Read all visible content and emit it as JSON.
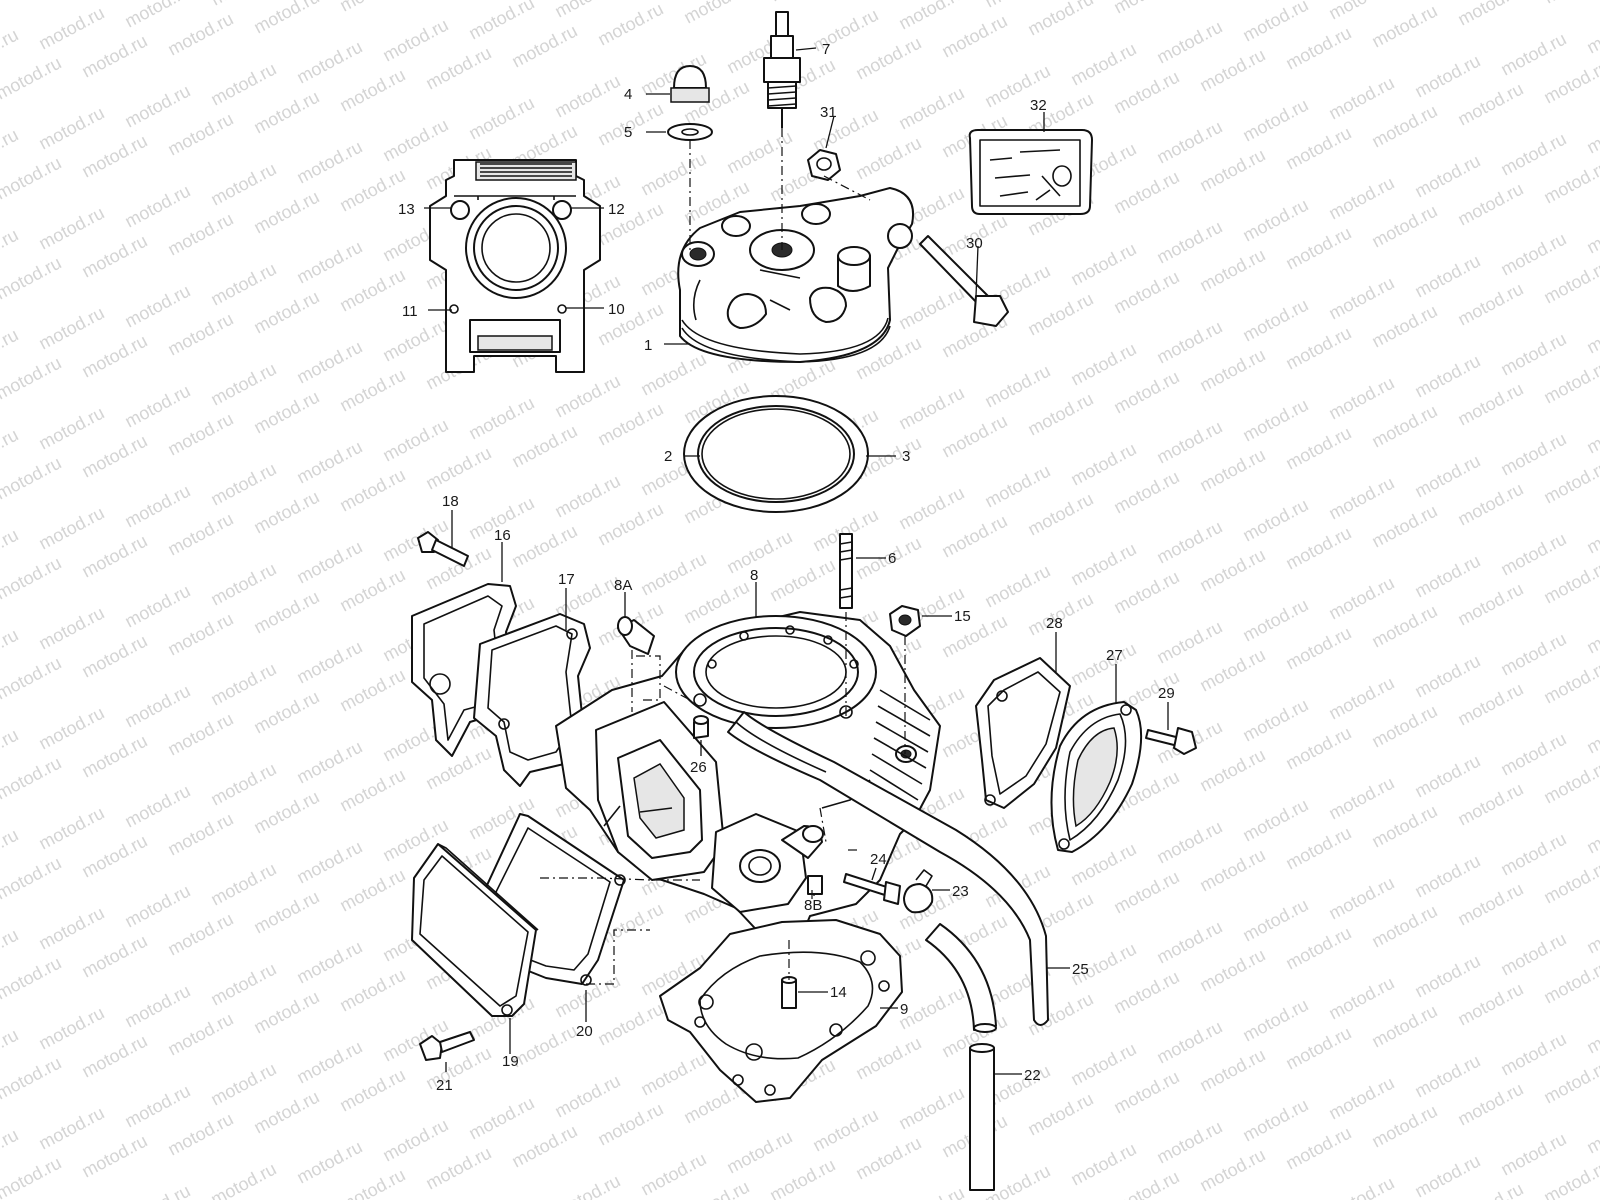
{
  "watermark": "motod.ru",
  "callouts": {
    "c1": "1",
    "c2": "2",
    "c3": "3",
    "c4": "4",
    "c5": "5",
    "c6": "6",
    "c7": "7",
    "c8": "8",
    "c8a": "8A",
    "c8b": "8B",
    "c9": "9",
    "c10": "10",
    "c11": "11",
    "c12": "12",
    "c13": "13",
    "c14": "14",
    "c15": "15",
    "c16": "16",
    "c17": "17",
    "c18": "18",
    "c19": "19",
    "c20": "20",
    "c21": "21",
    "c22": "22",
    "c23": "23",
    "c24": "24",
    "c25": "25",
    "c26": "26",
    "c27": "27",
    "c28": "28",
    "c29": "29",
    "c30": "30",
    "c31": "31",
    "c32": "32"
  }
}
